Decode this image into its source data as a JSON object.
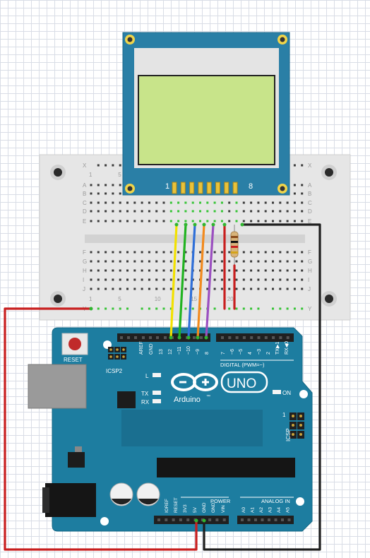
{
  "breadboard": {
    "row_labels": [
      "X",
      "A",
      "B",
      "C",
      "D",
      "E",
      "F",
      "G",
      "H",
      "I",
      "J",
      "Y"
    ],
    "column_numbers": [
      "1",
      "5",
      "10",
      "15",
      "20"
    ]
  },
  "lcd": {
    "pin_first_label": "1",
    "pin_last_label": "8"
  },
  "arduino": {
    "reset_label": "RESET",
    "icsp2_label": "ICSP2",
    "icsp_label": "ICSP",
    "icsp_one": "1",
    "led_l_label": "L",
    "tx_label": "TX",
    "rx_label": "RX",
    "on_label": "ON",
    "logo_text": "Arduino",
    "logo_tm": "™",
    "uno_text": "UNO",
    "digital_label": "DIGITAL (PWM=~)",
    "digital_pins": [
      "AREF",
      "GND",
      "13",
      "12",
      "~11",
      "~10",
      "~9",
      "8",
      "7",
      "~6",
      "~5",
      "4",
      "~3",
      "2",
      "TX▶1",
      "RX◀0"
    ],
    "power_label": "POWER",
    "power_pins": [
      "IOREF",
      "RESET",
      "3V3",
      "5V",
      "GND",
      "GND",
      "VIN"
    ],
    "analog_label": "ANALOG IN",
    "analog_pins": [
      "A0",
      "A1",
      "A2",
      "A3",
      "A4",
      "A5"
    ]
  },
  "wire_colors": {
    "red": "#c81f1f",
    "black": "#1e1e1e",
    "yellow": "#f2e100",
    "green": "#21b321",
    "blue": "#2f6fd8",
    "orange": "#f28a1e",
    "purple": "#9b4fc0",
    "board_teal": "#1d7da0",
    "lcd_green": "#c8e48a"
  }
}
